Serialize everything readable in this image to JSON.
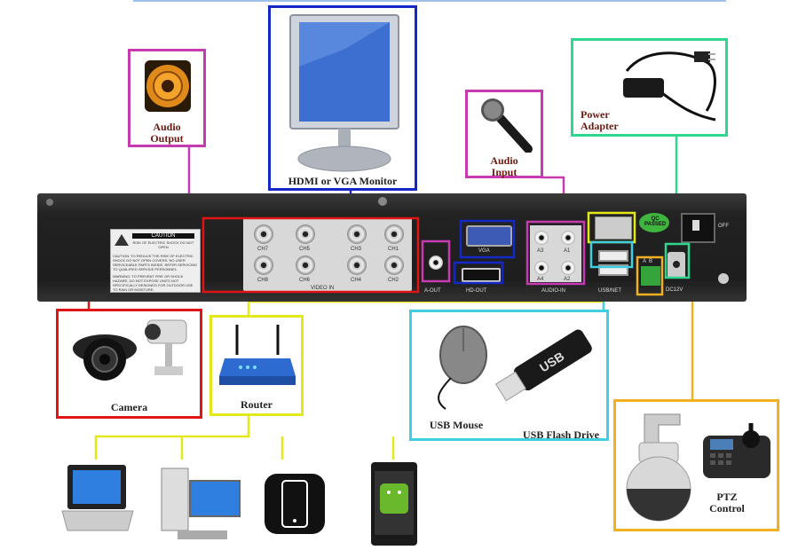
{
  "labels": {
    "audio_output": "Audio\nOutput",
    "monitor": "HDMI or VGA Monitor",
    "audio_input": "Audio\nInput",
    "power_adapter": "Power\nAdapter",
    "camera": "Camera",
    "router": "Router",
    "usb_mouse": "USB Mouse",
    "usb_flash": "USB Flash Drive",
    "ptz": "PTZ\nControl"
  },
  "panel": {
    "caution_title": "CAUTION",
    "caution_text": "RISK OF ELECTRIC SHOCK DO NOT OPEN",
    "warning_text": "CAUTION: TO REDUCE THE RISK OF ELECTRIC SHOCK DO NOT OPEN COVERS. NO USER SERVICEABLE PARTS INSIDE. REFER SERVICING TO QUALIFIED SERVICE PERSONNEL.",
    "warning2_text": "WARNING: TO PREVENT FIRE OR SHOCK HAZARD, DO NOT EXPOSE UNITS NOT SPECIFICALLY DESIGNED FOR OUTDOOR USE TO RAIN OR MOISTURE.",
    "video_in": "VIDEO IN",
    "ch_top": [
      "CH7",
      "CH5",
      "CH3",
      "CH1"
    ],
    "ch_bottom": [
      "CH8",
      "CH6",
      "CH4",
      "CH2"
    ],
    "a_out": "A-OUT",
    "vga": "VGA",
    "hd_out": "HD-OUT",
    "audio_in": "AUDIO-IN",
    "audio_in_ch": [
      "A3",
      "A1",
      "A4",
      "A2"
    ],
    "usb_net": "USB/NET",
    "qc": "QC\nPASSED",
    "ab": "A  B",
    "dc": "DC12V",
    "off": "OFF"
  },
  "colors": {
    "audio": "#c63bb0",
    "monitor": "#1428c8",
    "power": "#2fd68e",
    "camera": "#e01414",
    "router": "#e3e81a",
    "usb": "#3fcfe0",
    "ptz": "#f0b020"
  },
  "icons": [
    "speaker-icon",
    "monitor-icon",
    "microphone-icon",
    "power-adapter-icon",
    "dome-camera-icon",
    "router-icon",
    "mouse-icon",
    "usb-drive-icon",
    "laptop-icon",
    "desktop-icon",
    "phone-icon",
    "android-phone-icon",
    "ptz-camera-icon",
    "ptz-joystick-icon"
  ]
}
